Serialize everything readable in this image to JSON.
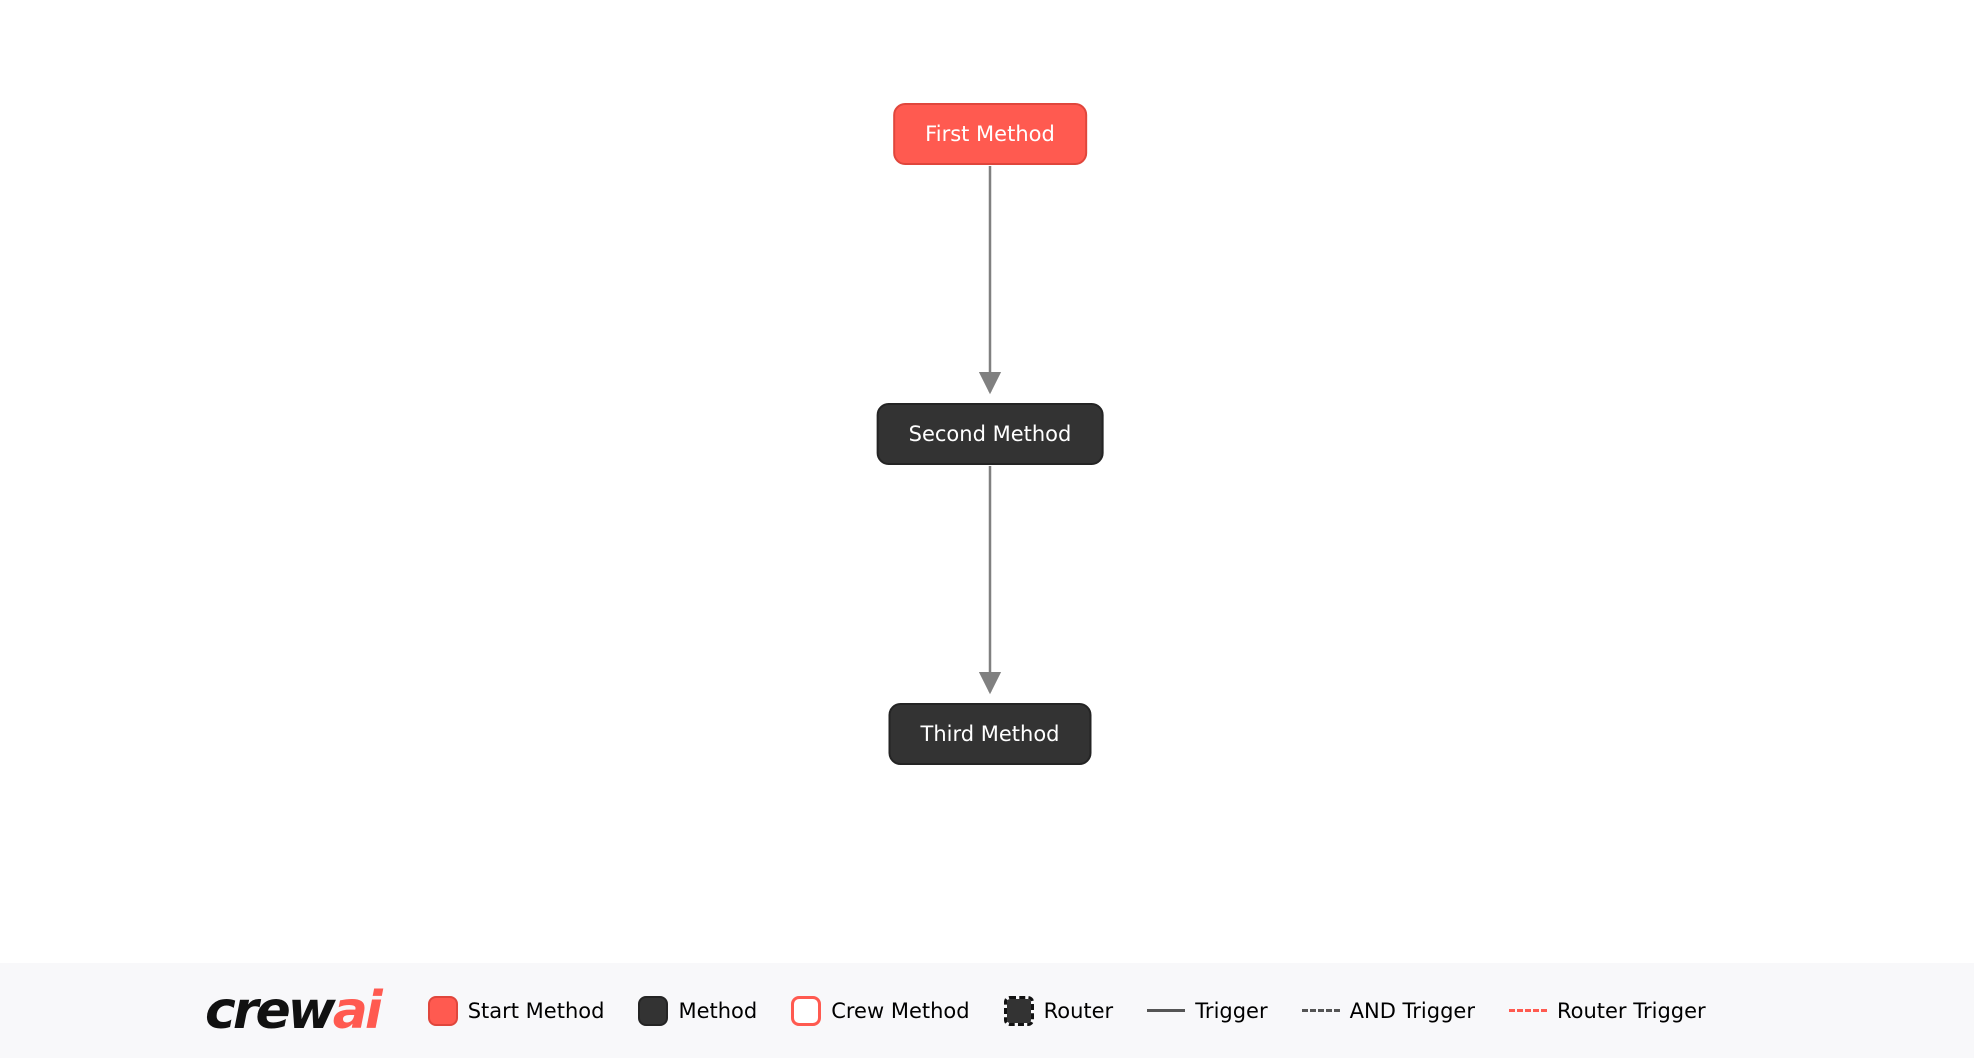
{
  "flow": {
    "nodes": [
      {
        "id": "first_method",
        "label": "First Method",
        "type": "start"
      },
      {
        "id": "second_method",
        "label": "Second Method",
        "type": "method"
      },
      {
        "id": "third_method",
        "label": "Third Method",
        "type": "method"
      }
    ],
    "edges": [
      {
        "from": "first_method",
        "to": "second_method",
        "type": "trigger"
      },
      {
        "from": "second_method",
        "to": "third_method",
        "type": "trigger"
      }
    ]
  },
  "legend": {
    "logo_crew": "crew",
    "logo_ai": "ai",
    "items": [
      {
        "label": "Start Method",
        "swatch": "start-method"
      },
      {
        "label": "Method",
        "swatch": "method"
      },
      {
        "label": "Crew Method",
        "swatch": "crew-method"
      },
      {
        "label": "Router",
        "swatch": "router"
      },
      {
        "label": "Trigger",
        "swatch": "trigger-line"
      },
      {
        "label": "AND Trigger",
        "swatch": "and-trigger-line"
      },
      {
        "label": "Router Trigger",
        "swatch": "router-trigger-line"
      }
    ]
  },
  "colors": {
    "start_method": "#FF5A50",
    "method": "#333333",
    "edge": "#808080",
    "router_trigger": "#FF5A50",
    "legend_background": "#f8f8fa"
  }
}
